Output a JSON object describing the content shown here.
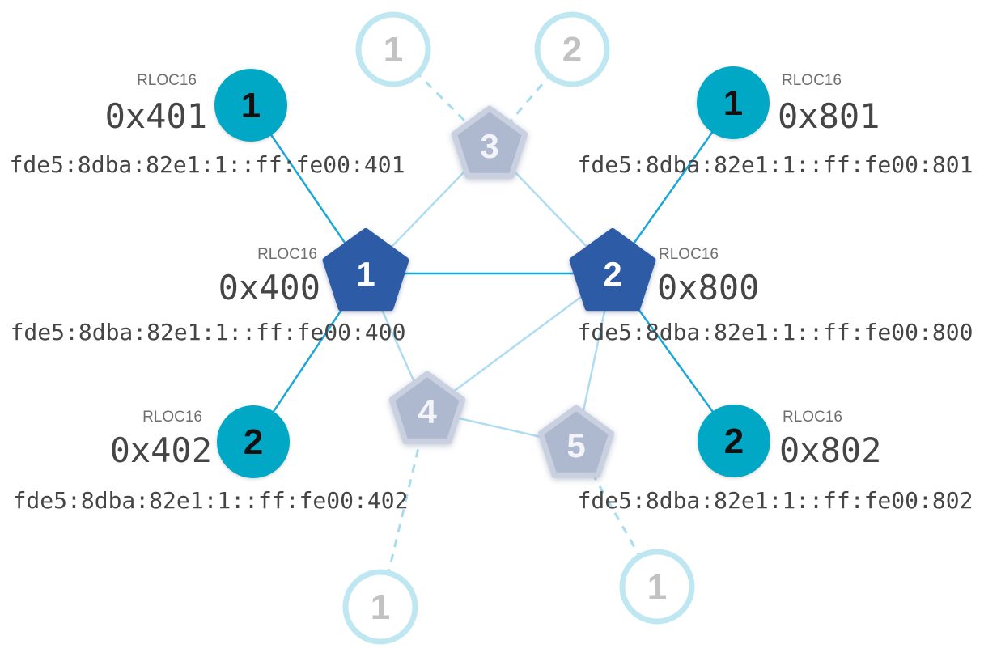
{
  "labels": {
    "rloc16": "RLOC16"
  },
  "colors": {
    "active_child_fill": "#00a8c6",
    "active_router_fill": "#2d5ba5",
    "faded_router_fill": "#aeb8cf",
    "faded_router_stroke": "#c9d0e0",
    "faded_child_stroke": "#bfe7f2",
    "faded_child_number": "#c2c2c2",
    "parent_link": "#1ca7da",
    "router_link": "#aedcf2",
    "faded_dashed_link": "#a8dcee",
    "secondary_label_text": "#6f6f6f",
    "primary_label_text": "#454545"
  },
  "nodes": {
    "router_1": {
      "number": "1",
      "rloc16": "0x400",
      "ipv6": "fde5:8dba:82e1:1::ff:fe00:400"
    },
    "router_2": {
      "number": "2",
      "rloc16": "0x800",
      "ipv6": "fde5:8dba:82e1:1::ff:fe00:800"
    },
    "router_3": {
      "number": "3"
    },
    "router_4": {
      "number": "4"
    },
    "router_5": {
      "number": "5"
    },
    "child_401": {
      "number": "1",
      "rloc16": "0x401",
      "ipv6": "fde5:8dba:82e1:1::ff:fe00:401"
    },
    "child_402": {
      "number": "2",
      "rloc16": "0x402",
      "ipv6": "fde5:8dba:82e1:1::ff:fe00:402"
    },
    "child_801": {
      "number": "1",
      "rloc16": "0x801",
      "ipv6": "fde5:8dba:82e1:1::ff:fe00:801"
    },
    "child_802": {
      "number": "2",
      "rloc16": "0x802",
      "ipv6": "fde5:8dba:82e1:1::ff:fe00:802"
    },
    "faded_child_top_1": {
      "number": "1"
    },
    "faded_child_top_2": {
      "number": "2"
    },
    "faded_child_bottom_left": {
      "number": "1"
    },
    "faded_child_bottom_right": {
      "number": "1"
    }
  },
  "links": [
    {
      "from": "child-401",
      "to": "router-1",
      "type": "child-parent"
    },
    {
      "from": "child-402",
      "to": "router-1",
      "type": "child-parent"
    },
    {
      "from": "child-801",
      "to": "router-2",
      "type": "child-parent"
    },
    {
      "from": "child-802",
      "to": "router-2",
      "type": "child-parent"
    },
    {
      "from": "router-1",
      "to": "router-2",
      "type": "router-router"
    },
    {
      "from": "router-3",
      "to": "router-1",
      "type": "router-router-faded"
    },
    {
      "from": "router-3",
      "to": "router-2",
      "type": "router-router-faded"
    },
    {
      "from": "router-4",
      "to": "router-1",
      "type": "router-router-faded"
    },
    {
      "from": "router-4",
      "to": "router-2",
      "type": "router-router-faded"
    },
    {
      "from": "router-5",
      "to": "router-2",
      "type": "router-router-faded"
    },
    {
      "from": "router-4",
      "to": "router-5",
      "type": "router-router-faded"
    },
    {
      "from": "faded-child-top-1",
      "to": "router-3",
      "type": "child-parent-dashed"
    },
    {
      "from": "faded-child-top-2",
      "to": "router-3",
      "type": "child-parent-dashed"
    },
    {
      "from": "faded-child-bottom-left",
      "to": "router-4",
      "type": "child-parent-dashed"
    },
    {
      "from": "faded-child-bottom-right",
      "to": "router-5",
      "type": "child-parent-dashed"
    }
  ]
}
